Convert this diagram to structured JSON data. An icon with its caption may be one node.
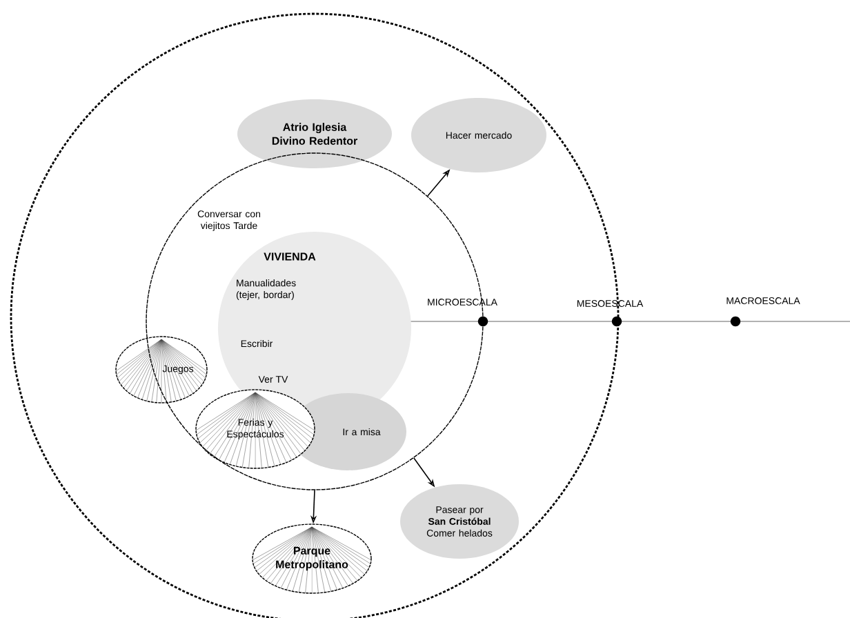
{
  "diagram": {
    "nodes": [
      {
        "text": [],
        "shape": "circle"
      },
      {
        "text": [],
        "shape": "circle",
        "in": 0
      },
      {
        "text": [
          "Atrio Iglesia Divino Redentor"
        ],
        "in": 0
      },
      {
        "text": [
          "VIVIENDA",
          "Manualidades (tejer, bordar)",
          "Escribir",
          "Ver TV"
        ],
        "in": 1
      },
      {
        "text": [
          "Juegos"
        ],
        "in": 0
      },
      {
        "text": [
          "Ferias y Espectáculos"
        ],
        "in": 1
      },
      {
        "text": [
          "Ir a misa"
        ],
        "in": 1
      },
      {
        "text": [
          "Hacer mercado"
        ],
        "in": 0
      },
      {
        "text": [
          "Pasear por **San Cristóbal**",
          "Comer helados"
        ],
        "in": 0
      },
      {
        "text": [
          "Parque Metropolitano"
        ],
        "in": 0
      }
    ],
    "edges": [
      {
        "from": 1,
        "to": 7,
        "arrow": "to"
      },
      {
        "from": 1,
        "to": 8,
        "arrow": "to"
      },
      {
        "from": 1,
        "to": 9,
        "arrow": "to"
      }
    ],
    "labels": [
      "Conversar con viejitos Tarde",
      "MICROESCALA",
      "MESOESCALA",
      "MACROESCALA"
    ]
  }
}
